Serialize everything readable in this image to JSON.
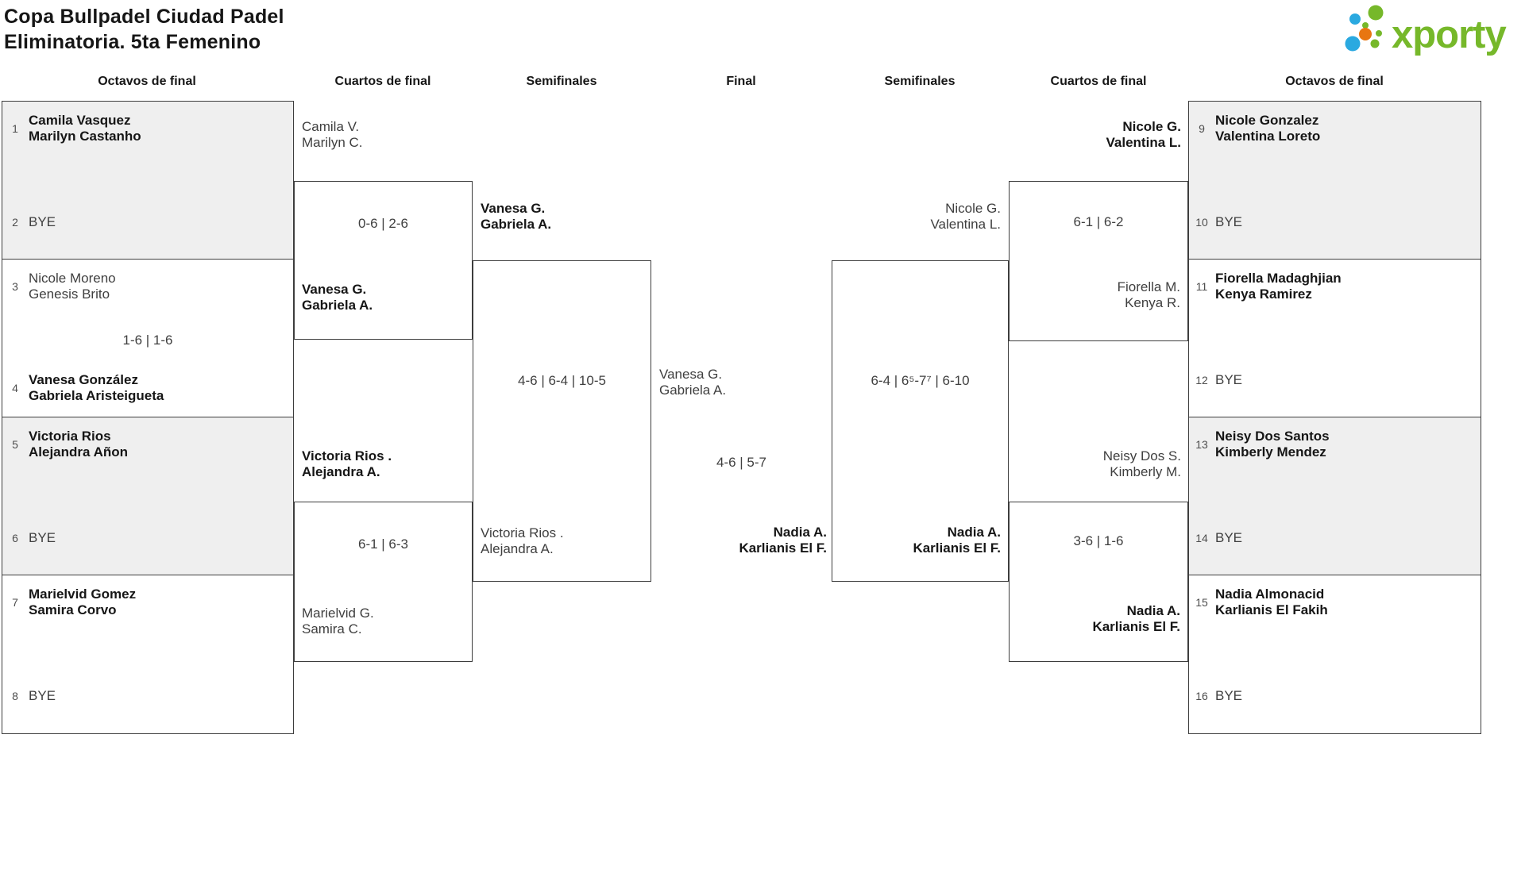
{
  "title": {
    "line1": "Copa Bullpadel Ciudad Padel",
    "line2": "Eliminatoria. 5ta Femenino"
  },
  "logo": {
    "brand": "xporty"
  },
  "colors": {
    "logo_green": "#76b82a",
    "logo_blue": "#2aa9e0",
    "logo_orange": "#e87611",
    "shaded_box": "#efefef",
    "border": "#3d3d3d",
    "text": "#3f3f3f",
    "text_strong": "#161616"
  },
  "rounds": [
    "Octavos de final",
    "Cuartos de final",
    "Semifinales",
    "Final",
    "Semifinales",
    "Cuartos de final",
    "Octavos de final"
  ],
  "r16_left": [
    {
      "seed_a": "1",
      "a1": "Camila Vasquez",
      "a2": "Marilyn Castanho",
      "seed_b": "2",
      "b1": "BYE"
    },
    {
      "seed_a": "3",
      "a1": "Nicole Moreno",
      "a2": "Genesis Brito",
      "score": "1-6 | 1-6",
      "seed_b": "4",
      "b1": "Vanesa González",
      "b2": "Gabriela Aristeigueta"
    },
    {
      "seed_a": "5",
      "a1": "Victoria Rios",
      "a2": "Alejandra Añon",
      "seed_b": "6",
      "b1": "BYE"
    },
    {
      "seed_a": "7",
      "a1": "Marielvid Gomez",
      "a2": "Samira Corvo",
      "seed_b": "8",
      "b1": "BYE"
    }
  ],
  "r16_right": [
    {
      "seed_a": "9",
      "a1": "Nicole Gonzalez",
      "a2": "Valentina Loreto",
      "seed_b": "10",
      "b1": "BYE"
    },
    {
      "seed_a": "11",
      "a1": "Fiorella Madaghjian",
      "a2": "Kenya Ramirez",
      "seed_b": "12",
      "b1": "BYE"
    },
    {
      "seed_a": "13",
      "a1": "Neisy Dos Santos",
      "a2": "Kimberly Mendez",
      "seed_b": "14",
      "b1": "BYE"
    },
    {
      "seed_a": "15",
      "a1": "Nadia Almonacid",
      "a2": "Karlianis El Fakih",
      "seed_b": "16",
      "b1": "BYE"
    }
  ],
  "qf_left": [
    {
      "top1": "Camila V.",
      "top2": "Marilyn C.",
      "score": "0-6 | 2-6",
      "bottom1": "Vanesa G.",
      "bottom2": "Gabriela A."
    },
    {
      "top1": "Victoria Rios .",
      "top2": "Alejandra A.",
      "score": "6-1 | 6-3",
      "bottom1": "Marielvid G.",
      "bottom2": "Samira C."
    }
  ],
  "qf_right": [
    {
      "top1": "Nicole G.",
      "top2": "Valentina L.",
      "score": "6-1 | 6-2",
      "bottom1": "Fiorella M.",
      "bottom2": "Kenya R."
    },
    {
      "top1": "Neisy Dos S.",
      "top2": "Kimberly M.",
      "score": "3-6 | 1-6",
      "bottom1": "Nadia A.",
      "bottom2": "Karlianis El F."
    }
  ],
  "sf_left": {
    "top1": "Vanesa G.",
    "top2": "Gabriela A.",
    "score": "4-6 | 6-4 | 10-5",
    "bottom1": "Victoria Rios .",
    "bottom2": "Alejandra A."
  },
  "sf_right": {
    "top1": "Nicole G.",
    "top2": "Valentina L.",
    "score": "6-4 | 6⁵-7⁷ | 6-10",
    "bottom1": "Nadia A.",
    "bottom2": "Karlianis El F."
  },
  "final": {
    "left1": "Vanesa G.",
    "left2": "Gabriela A.",
    "score": "4-6 | 5-7",
    "right1": "Nadia A.",
    "right2": "Karlianis El F."
  }
}
